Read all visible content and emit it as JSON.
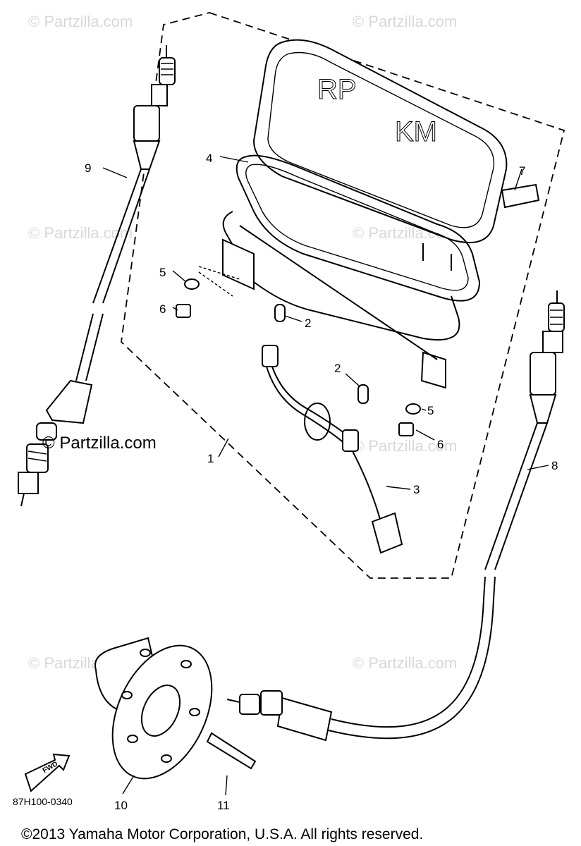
{
  "watermark": "© Partzilla.com",
  "watermark_main": "© Partzilla.com",
  "callouts": {
    "c1": "1",
    "c2a": "2",
    "c2b": "2",
    "c3": "3",
    "c4": "4",
    "c5a": "5",
    "c5b": "5",
    "c6a": "6",
    "c6b": "6",
    "c7": "7",
    "c8": "8",
    "c9": "9",
    "c10": "10",
    "c11": "11"
  },
  "fwd_label": "FWD",
  "diagram_code": "87H100-0340",
  "copyright": "©2013 Yamaha Motor Corporation, U.S.A. All rights reserved."
}
